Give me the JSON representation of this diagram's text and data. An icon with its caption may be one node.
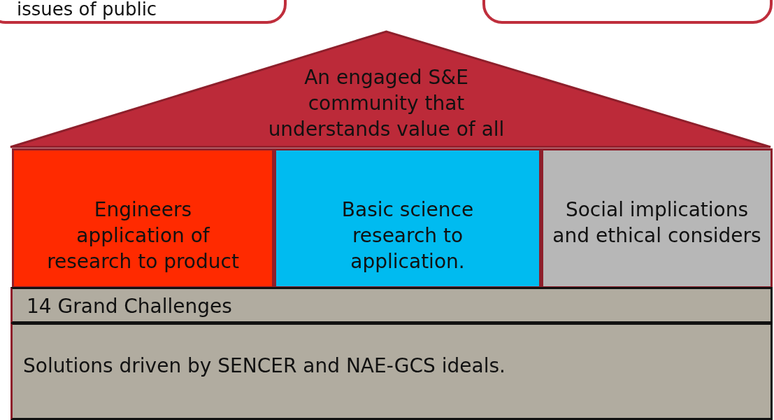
{
  "diagram": {
    "nodes": [
      {
        "text": [
          "issues of public"
        ]
      },
      {
        "text": [],
        "shape": "box"
      },
      {
        "text": [
          "An engaged S&E community that understands value of all"
        ]
      },
      {
        "text": [
          "Engineers application of research to product"
        ]
      },
      {
        "text": [
          "Basic science research to application."
        ]
      },
      {
        "text": [
          "Social implications and ethical considers"
        ]
      },
      {
        "text": [
          "14 Grand Challenges"
        ]
      },
      {
        "text": [
          "Solutions driven by SENCER and NAE-GCS ideals."
        ]
      }
    ],
    "edges": []
  }
}
